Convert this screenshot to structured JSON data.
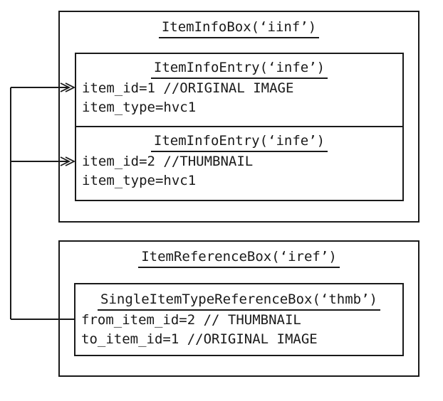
{
  "diagram": {
    "item_info_box": {
      "title": "ItemInfoBox(‘iinf’)",
      "entries": [
        {
          "title": "ItemInfoEntry(‘infe’)",
          "lines": [
            "item_id=1 //ORIGINAL IMAGE",
            "item_type=hvc1"
          ]
        },
        {
          "title": "ItemInfoEntry(‘infe’)",
          "lines": [
            "item_id=2 //THUMBNAIL",
            "item_type=hvc1"
          ]
        }
      ]
    },
    "item_reference_box": {
      "title": "ItemReferenceBox(‘iref’)",
      "reference": {
        "title": "SingleItemTypeReferenceBox(‘thmb’)",
        "lines": [
          "from_item_id=2 // THUMBNAIL",
          "to_item_id=1 //ORIGINAL IMAGE"
        ]
      }
    },
    "connectors": {
      "arrow_icon": "double-chevron-right-arrow",
      "links": [
        "thmb to_item_id=1 -> ItemInfoEntry item_id=1",
        "thmb from_item_id=2 -> ItemInfoEntry item_id=2"
      ]
    },
    "colors": {
      "line": "#1a1a1a",
      "background": "#ffffff"
    }
  }
}
